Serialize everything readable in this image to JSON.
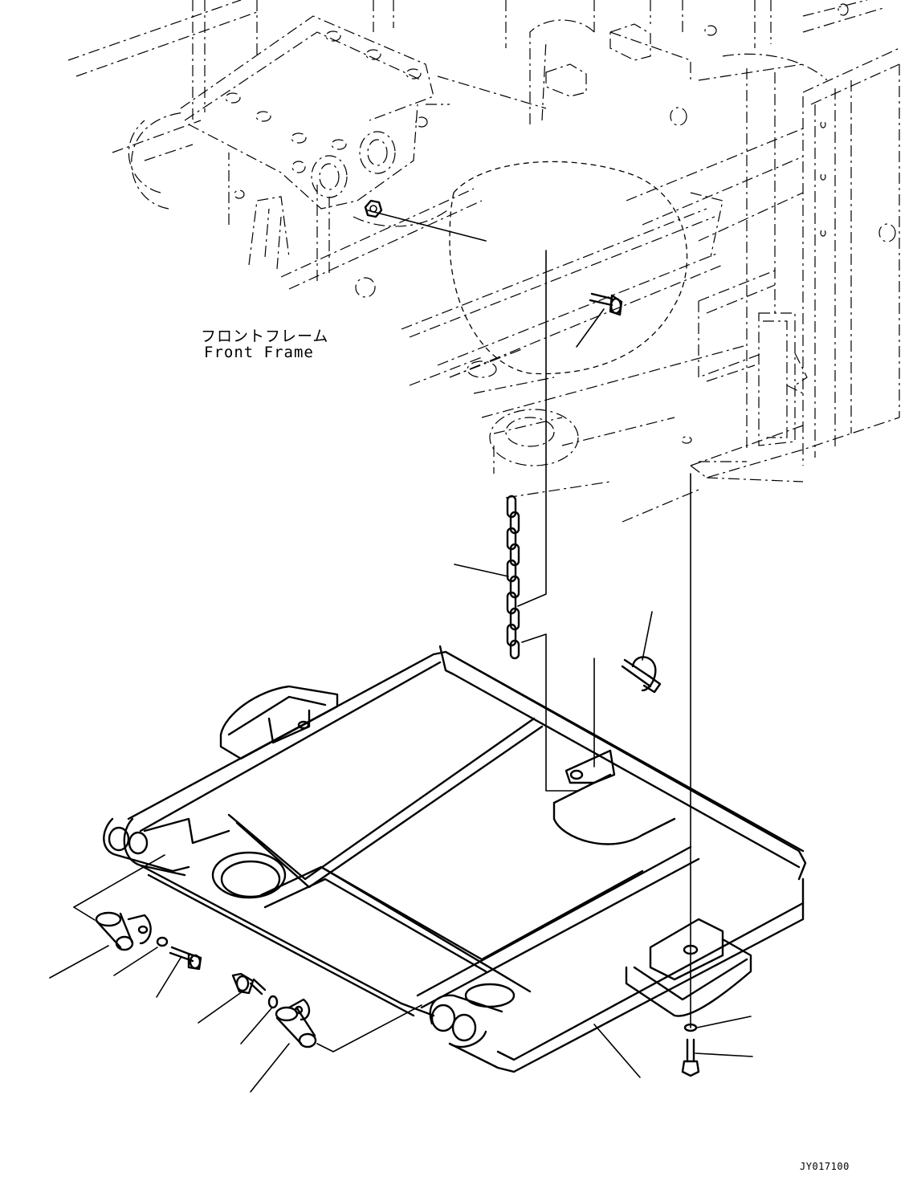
{
  "labels": {
    "front_frame_jp": "フロントフレーム",
    "front_frame_en": "Front Frame",
    "drawing_code": "JY017100"
  },
  "colors": {
    "line": "#000000",
    "background": "#ffffff"
  }
}
